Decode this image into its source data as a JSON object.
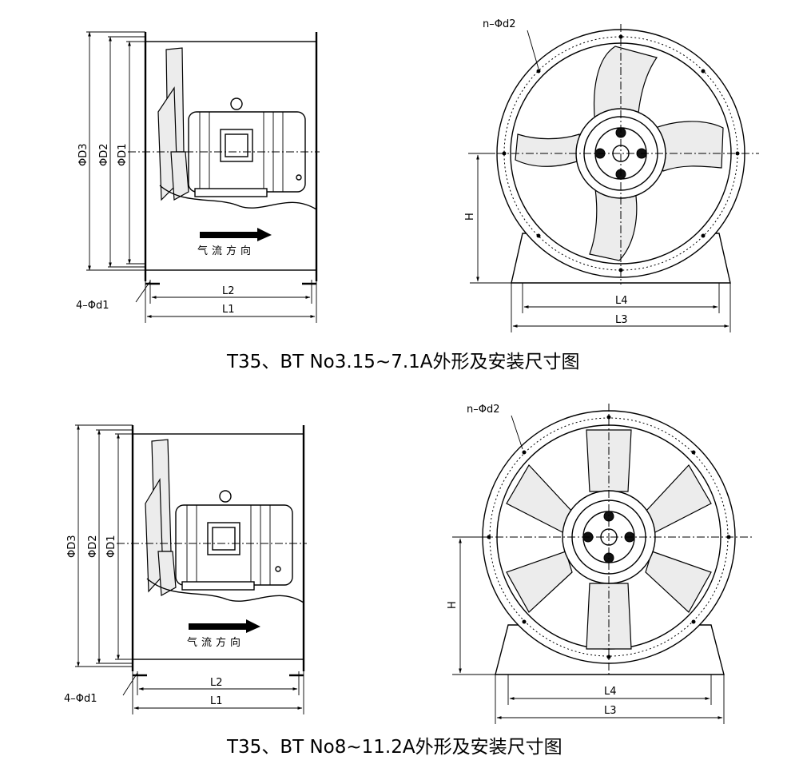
{
  "top": {
    "side": {
      "d3": "ΦD3",
      "d2": "ΦD2",
      "d1": "ΦD1",
      "flow": "气流方向",
      "l2": "L2",
      "l1": "L1",
      "holes": "4–Φd1"
    },
    "front": {
      "holes": "n–Φd2",
      "h": "H",
      "l4": "L4",
      "l3": "L3"
    },
    "caption": "T35、BT  No3.15~7.1A外形及安装尺寸图"
  },
  "bottom": {
    "side": {
      "d3": "ΦD3",
      "d2": "ΦD2",
      "d1": "ΦD1",
      "flow": "气流方向",
      "l2": "L2",
      "l1": "L1",
      "holes": "4–Φd1"
    },
    "front": {
      "holes": "n–Φd2",
      "h": "H",
      "l4": "L4",
      "l3": "L3"
    },
    "caption": "T35、BT   No8~11.2A外形及安装尺寸图"
  }
}
